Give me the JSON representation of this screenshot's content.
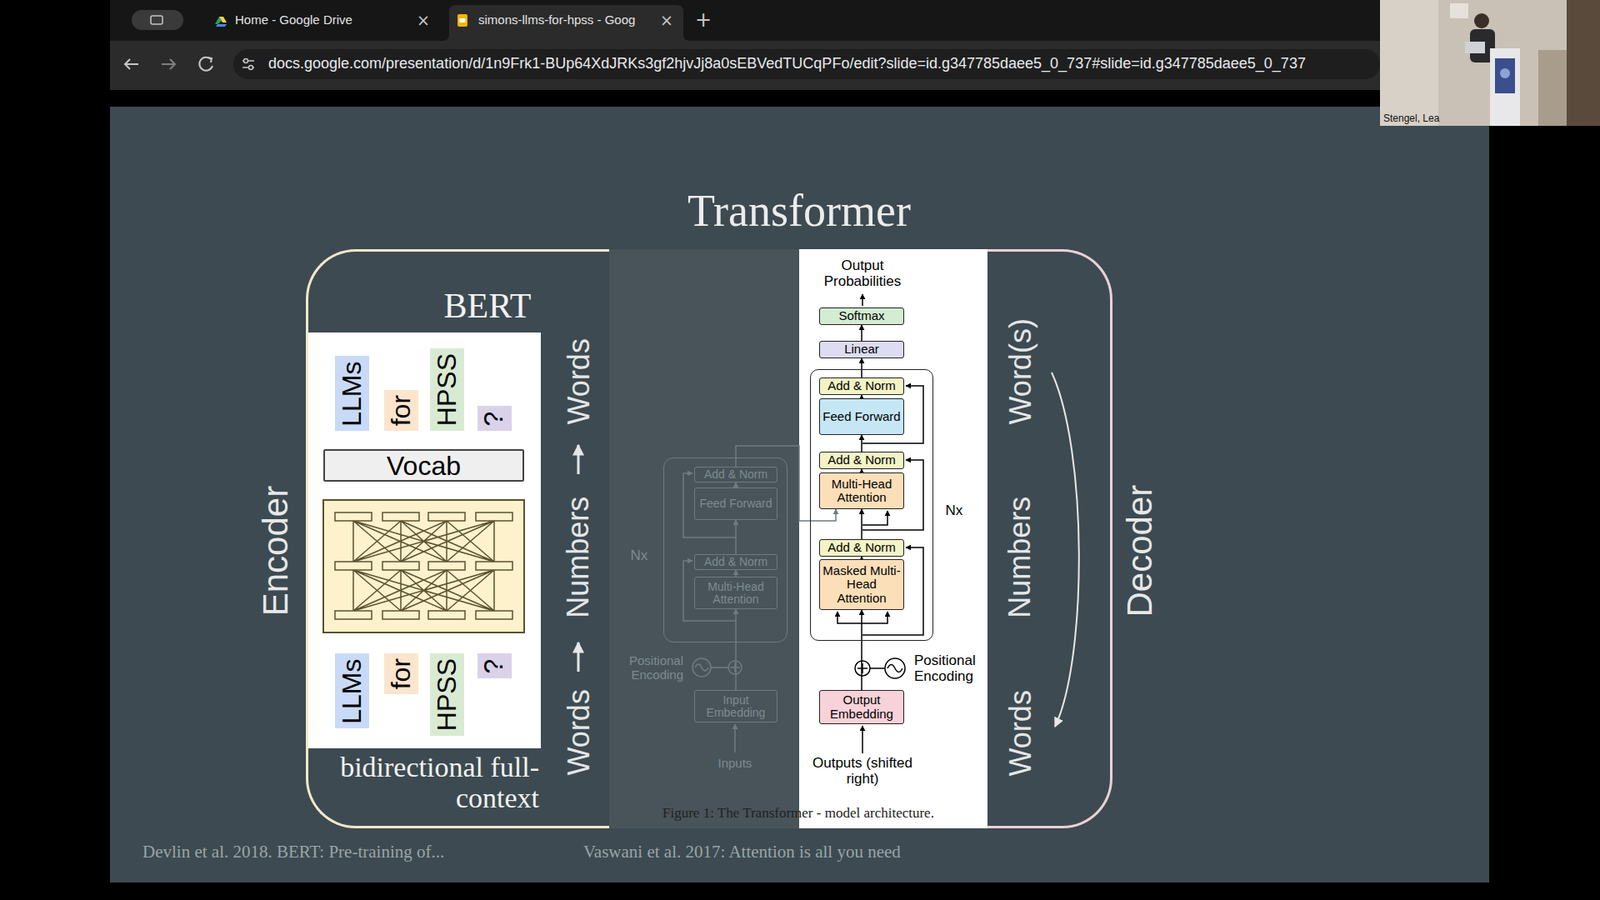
{
  "diagram": {
    "title": "Transformer",
    "caption": "Figure 1: The Transformer - model architecture.",
    "nodes": [
      {
        "text": [
          "Encoder",
          "BERT",
          "bidirectional full-context"
        ]
      },
      {
        "text": [
          "LLMs"
        ],
        "in": 0
      },
      {
        "text": [
          "for"
        ],
        "in": 0
      },
      {
        "text": [
          "HPSS"
        ],
        "in": 0
      },
      {
        "text": [
          "?"
        ],
        "in": 0
      },
      {
        "text": [
          "Vocab"
        ],
        "in": 0
      },
      {
        "text": [
          "LLMs"
        ],
        "in": 0
      },
      {
        "text": [
          "for"
        ],
        "in": 0
      },
      {
        "text": [
          "HPSS"
        ],
        "in": 0
      },
      {
        "text": [
          "?"
        ],
        "in": 0
      },
      {
        "text": [
          "Nx"
        ]
      },
      {
        "text": [
          "Add & Norm"
        ],
        "in": 10
      },
      {
        "text": [
          "Feed Forward"
        ],
        "in": 10
      },
      {
        "text": [
          "Add & Norm"
        ],
        "in": 10
      },
      {
        "text": [
          "Multi-Head Attention"
        ],
        "in": 10
      },
      {
        "text": [
          "Input Embedding"
        ]
      },
      {
        "text": [
          "Softmax"
        ]
      },
      {
        "text": [
          "Linear"
        ]
      },
      {
        "text": [
          "Nx"
        ]
      },
      {
        "text": [
          "Add & Norm"
        ],
        "in": 18
      },
      {
        "text": [
          "Feed Forward"
        ],
        "in": 18
      },
      {
        "text": [
          "Add & Norm"
        ],
        "in": 18
      },
      {
        "text": [
          "Multi-Head Attention"
        ],
        "in": 18
      },
      {
        "text": [
          "Add & Norm"
        ],
        "in": 18
      },
      {
        "text": [
          "Masked Multi-Head Attention"
        ],
        "in": 18
      },
      {
        "text": [
          "Output Embedding"
        ]
      },
      {
        "text": [
          "Decoder"
        ]
      }
    ],
    "edges": [
      {
        "from": 15,
        "to": 14,
        "arrow": "to"
      },
      {
        "from": 14,
        "to": 13,
        "arrow": "to"
      },
      {
        "from": 13,
        "to": 12,
        "arrow": "to"
      },
      {
        "from": 12,
        "to": 11,
        "arrow": "to"
      },
      {
        "from": 11,
        "to": 22,
        "arrow": "to"
      },
      {
        "from": 25,
        "to": 24,
        "arrow": "to"
      },
      {
        "from": 24,
        "to": 23,
        "arrow": "to"
      },
      {
        "from": 23,
        "to": 22,
        "arrow": "to"
      },
      {
        "from": 22,
        "to": 21,
        "arrow": "to"
      },
      {
        "from": 21,
        "to": 20,
        "arrow": "to"
      },
      {
        "from": 20,
        "to": 19,
        "arrow": "to"
      },
      {
        "from": 19,
        "to": 17,
        "arrow": "to"
      },
      {
        "from": 17,
        "to": 16,
        "arrow": "to"
      }
    ],
    "labels": [
      "Home - Google Drive",
      "×",
      "simons-llms-for-hpss - Goog",
      "×",
      "+",
      "docs.google.com/presentation/d/1n9Frk1-BUp64XdJRKs3gf2hjvJj8a0sEBVedTUCqPFo/edit?slide=id.g347785daee5_0_737#slide=id.g347785daee5_0_737",
      "Stengel, Lea",
      "Words",
      "Numbers",
      "Words",
      "Output Probabilities",
      "Positional Encoding",
      "Outputs (shifted right)",
      "Positional Encoding",
      "Inputs",
      "Word(s)",
      "Numbers",
      "Words",
      "Devlin et al. 2018. BERT: Pre-training of...",
      "Vaswani et al. 2017: Attention is all you need"
    ]
  }
}
